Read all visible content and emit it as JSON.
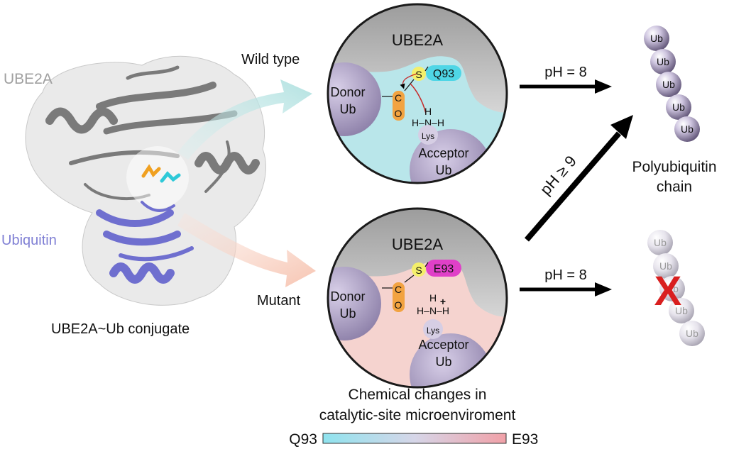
{
  "protein": {
    "ube2a_label": "UBE2A",
    "ubiquitin_label": "Ubiquitin",
    "conjugate_caption": "UBE2A~Ub conjugate"
  },
  "wild_type": {
    "row_label": "Wild type",
    "enzyme": "UBE2A",
    "sulfur": "S",
    "residue": "Q93",
    "carbonyl_c": "C",
    "carbonyl_o": "O",
    "donor_line1": "Donor",
    "donor_line2": "Ub",
    "amine_h_top": "H",
    "amine_row": "H–N–H",
    "lys": "Lys",
    "acceptor_line1": "Acceptor",
    "acceptor_line2": "Ub",
    "arrow_label": "pH = 8"
  },
  "mutant": {
    "row_label": "Mutant",
    "enzyme": "UBE2A",
    "sulfur": "S",
    "residue": "E93",
    "carbonyl_c": "C",
    "carbonyl_o": "O",
    "donor_line1": "Donor",
    "donor_line2": "Ub",
    "amine_h_top": "H",
    "amine_plus": "+",
    "amine_row": "H–N–H",
    "lys": "Lys",
    "acceptor_line1": "Acceptor",
    "acceptor_line2": "Ub",
    "arrow_label": "pH = 8"
  },
  "diagonal_arrow_label": "pH ≥ 9",
  "polyubiquitin": {
    "bead_label": "Ub",
    "caption_line1": "Polyubiquitin",
    "caption_line2": "chain"
  },
  "blocked": {
    "bead_label": "Ub",
    "mark": "X"
  },
  "legend": {
    "title_line1": "Chemical changes in",
    "title_line2": "catalytic-site microenviroment",
    "left": "Q93",
    "right": "E93"
  },
  "colors": {
    "ube2a_grey": "#9a9a9a",
    "ubiquitin_blue": "#7f7fd4",
    "wt_bg": "#b9e6ea",
    "mut_bg": "#f5d3cf",
    "q93_cyan": "#4fd6e6",
    "e93_magenta": "#e040c8",
    "ub_purple": "#9c8fb8",
    "cross_red": "#d91f1f"
  }
}
